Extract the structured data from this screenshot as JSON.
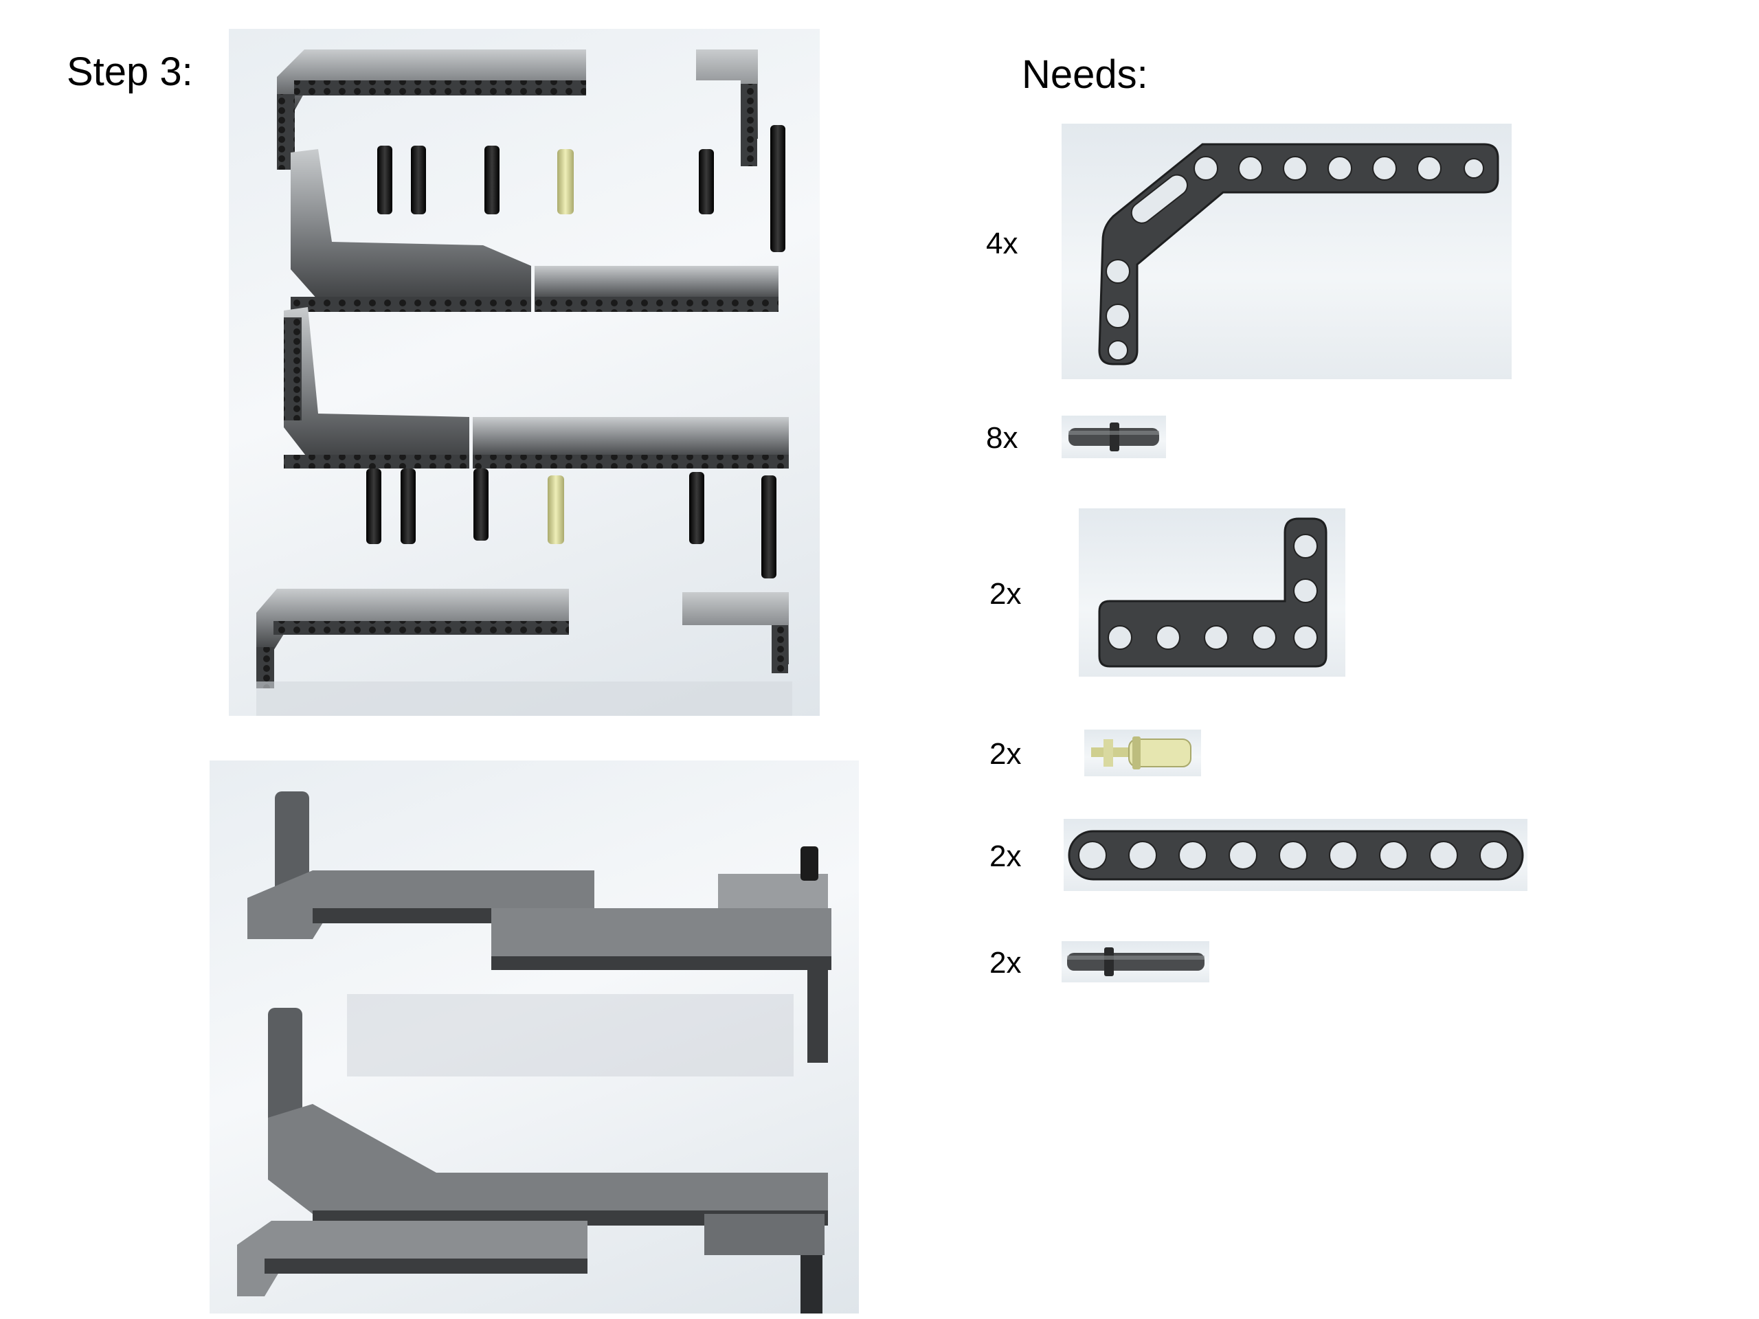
{
  "step_title": "Step 3:",
  "needs_title": "Needs:",
  "parts": [
    {
      "qty": "4x",
      "icon": "bent-liftarm-icon"
    },
    {
      "qty": "8x",
      "icon": "short-pin-icon"
    },
    {
      "qty": "2x",
      "icon": "l-beam-icon"
    },
    {
      "qty": "2x",
      "icon": "axle-pin-icon"
    },
    {
      "qty": "2x",
      "icon": "straight-beam-icon"
    },
    {
      "qty": "2x",
      "icon": "long-pin-icon"
    }
  ],
  "colors": {
    "beam": "#4a4c4e",
    "beam_light": "#8a8d90",
    "pin_black": "#1c1c1c",
    "pin_tan": "#d9d9a0",
    "panel_bg": "#e9eef2"
  }
}
